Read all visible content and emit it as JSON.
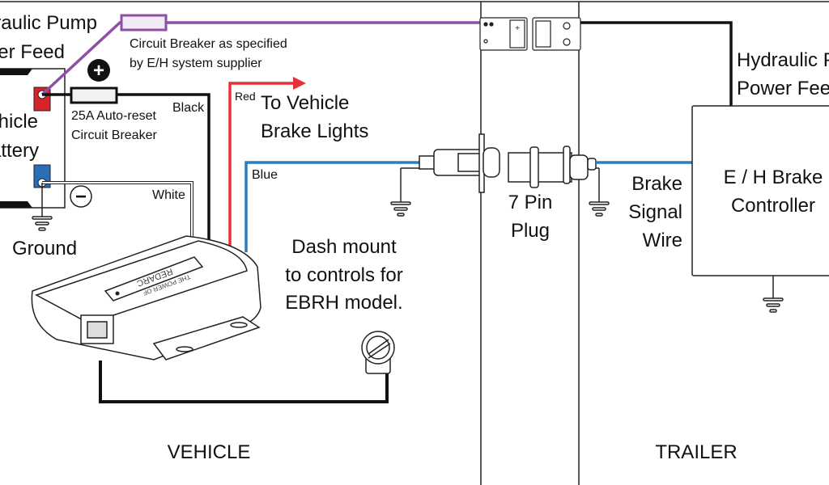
{
  "colors": {
    "purple_wire": "#8e4fa5",
    "black_wire": "#111111",
    "red_wire": "#e8303a",
    "blue_wire": "#2a7ec0",
    "battery_positive": "#d8232a",
    "battery_negative": "#2a6fb5"
  },
  "vehicle": {
    "section_label": "VEHICLE",
    "pump_feed": [
      "Hydraulic Pump",
      "Power Feed"
    ],
    "battery": [
      "Vehicle",
      "Battery"
    ],
    "positive_symbol": "+",
    "negative_symbol": "−",
    "breaker_note": [
      "Circuit Breaker as specified",
      "by E/H system supplier"
    ],
    "auto_reset": [
      "25A Auto-reset",
      "Circuit Breaker"
    ],
    "wire_black": "Black",
    "wire_red": "Red",
    "wire_blue": "Blue",
    "wire_white": "White",
    "to_brake_lights": [
      "To Vehicle",
      "Brake Lights"
    ],
    "ground": "Ground",
    "dash_mount": [
      "Dash mount",
      "to controls for",
      "EBRH model."
    ],
    "device_logo": [
      "REDARC",
      "THE POWER OF"
    ]
  },
  "plug": {
    "label": [
      "7 Pin",
      "Plug"
    ]
  },
  "trailer": {
    "section_label": "TRAILER",
    "pump_feed": [
      "Hydraulic Pump",
      "Power Feed"
    ],
    "signal_wire": [
      "Brake",
      "Signal",
      "Wire"
    ],
    "controller": [
      "E / H Brake",
      "Controller"
    ]
  }
}
